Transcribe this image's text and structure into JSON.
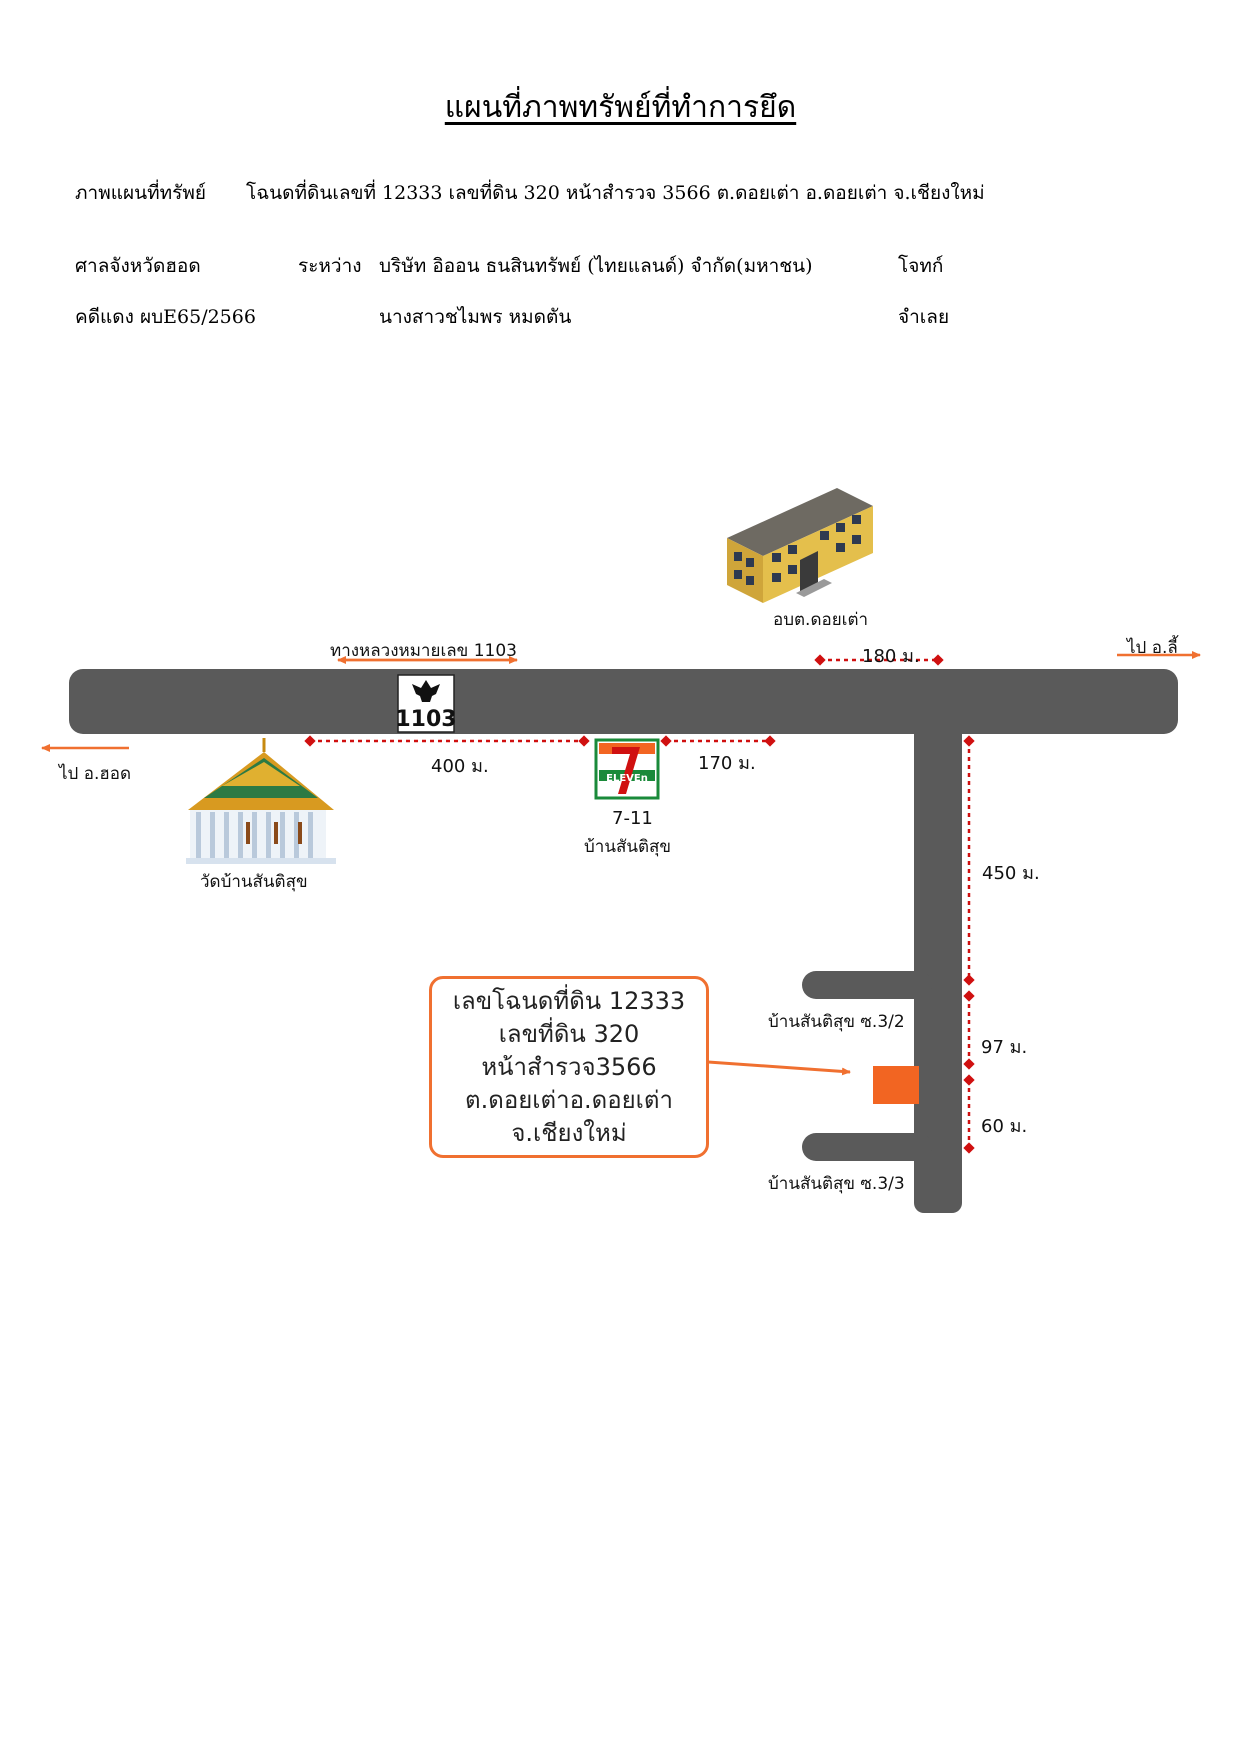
{
  "title": "แผนที่ภาพทรัพย์ที่ทำการยึด",
  "header": {
    "line1_label": "ภาพแผนที่ทรัพย์",
    "line1_text": "โฉนดที่ดินเลขที่ 12333  เลขที่ดิน 320 หน้าสำรวจ 3566 ต.ดอยเต่า อ.ดอยเต่า จ.เชียงใหม่",
    "court": "ศาลจังหวัดฮอด",
    "between_label": "ระหว่าง",
    "plaintiff": "บริษัท อิออน ธนสินทรัพย์ (ไทยแลนด์) จำกัด(มหาชน)",
    "plaintiff_role": "โจทก์",
    "case_no": "คดีแดง ผบE65/2566",
    "defendant": "นางสาวชไมพร หมดตัน",
    "defendant_role": "จำเลย"
  },
  "map": {
    "highway_label": "ทางหลวงหมายเลข 1103",
    "highway_shield": "1103",
    "to_hot": "ไป อ.ฮอด",
    "to_li": "ไป อ.ลี้",
    "sao_label": "อบต.ดอยเต่า",
    "temple_label": "วัดบ้านสันติสุข",
    "store_name": "7-11",
    "store_village": "บ้านสันติสุข",
    "soi_1": "บ้านสันติสุข ซ.3/2",
    "soi_2": "บ้านสันติสุข ซ.3/3",
    "distances": {
      "d180": "180 ม.",
      "d400": "400 ม.",
      "d170": "170 ม.",
      "d450": "450 ม.",
      "d97": "97 ม.",
      "d60": "60 ม."
    },
    "callout": [
      "เลขโฉนดที่ดิน 12333",
      "เลขที่ดิน 320",
      "หน้าสำรวจ3566",
      "ต.ดอยเต่าอ.ดอยเต่า",
      "จ.เชียงใหม่"
    ],
    "colors": {
      "road": "#5a5a5a",
      "arrow": "#f07030",
      "dotted": "#d01010",
      "plot": "#f26522"
    },
    "icons": [
      "building-icon",
      "temple-icon",
      "seven-eleven-logo",
      "garuda-highway-shield",
      "land-plot-marker"
    ]
  }
}
